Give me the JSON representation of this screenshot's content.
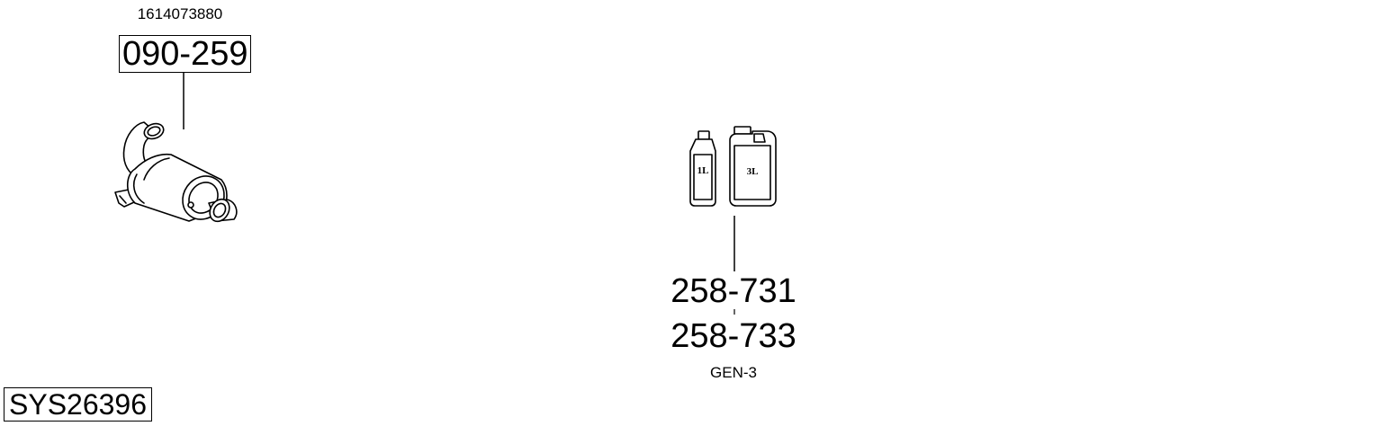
{
  "diagram": {
    "system_code": "SYS26396",
    "parts": [
      {
        "part_number": "090-259",
        "oem_number": "1614073880",
        "icon": "catalytic-converter-icon"
      },
      {
        "part_numbers": [
          "258-731",
          "258-733"
        ],
        "note": "GEN-3",
        "icon": "fluid-containers-icon",
        "container_labels": [
          "1L",
          "3L"
        ]
      }
    ]
  }
}
